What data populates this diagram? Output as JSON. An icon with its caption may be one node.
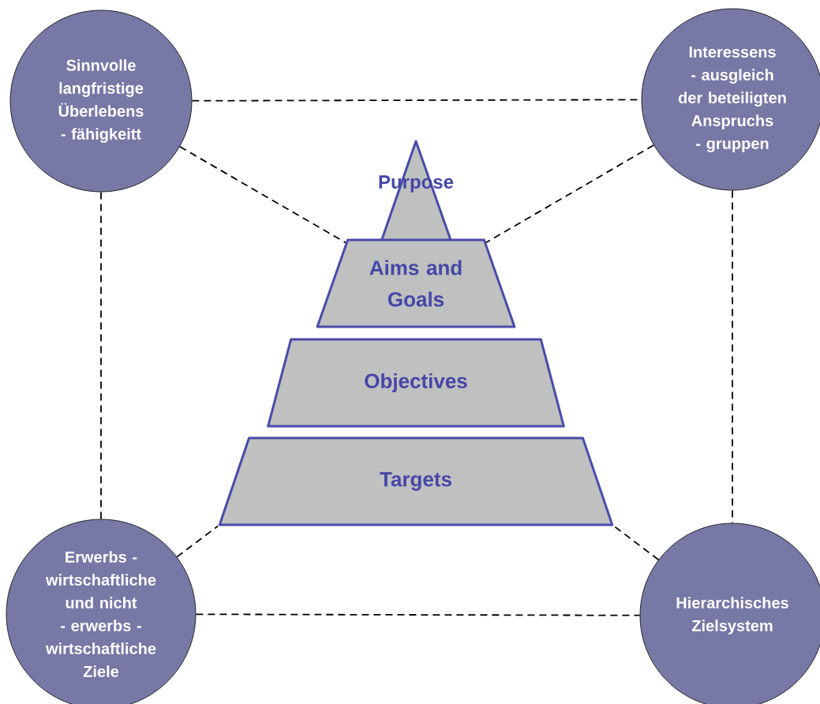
{
  "diagram": {
    "nodes": [
      {
        "text": [
          "Sinnvolle langfristige Überlebens - fähigkeitt"
        ]
      },
      {
        "text": [
          "Interessens - ausgleich der beteiligten Anspruchs - gruppen"
        ]
      },
      {
        "text": [
          "Purpose"
        ]
      },
      {
        "text": [
          "Aims and Goals"
        ]
      },
      {
        "text": [
          "Objectives"
        ]
      },
      {
        "text": [
          "Targets"
        ]
      },
      {
        "text": [
          "Erwerbs - wirtschaftliche und nicht - erwerbs - wirtschaftliche Ziele"
        ]
      },
      {
        "text": [
          "Hierarchisches Zielsystem"
        ]
      }
    ],
    "edges": [
      {
        "from": 0,
        "to": 1,
        "arrow": "none",
        "style": "dashed"
      },
      {
        "from": 0,
        "to": 6,
        "arrow": "none",
        "style": "dashed"
      },
      {
        "from": 1,
        "to": 7,
        "arrow": "none",
        "style": "dashed"
      },
      {
        "from": 6,
        "to": 7,
        "arrow": "none",
        "style": "dashed"
      },
      {
        "from": 0,
        "to": 3,
        "arrow": "none",
        "style": "dashed"
      },
      {
        "from": 1,
        "to": 3,
        "arrow": "none",
        "style": "dashed"
      },
      {
        "from": 6,
        "to": 5,
        "arrow": "none",
        "style": "dashed"
      },
      {
        "from": 7,
        "to": 5,
        "arrow": "none",
        "style": "dashed"
      }
    ]
  }
}
